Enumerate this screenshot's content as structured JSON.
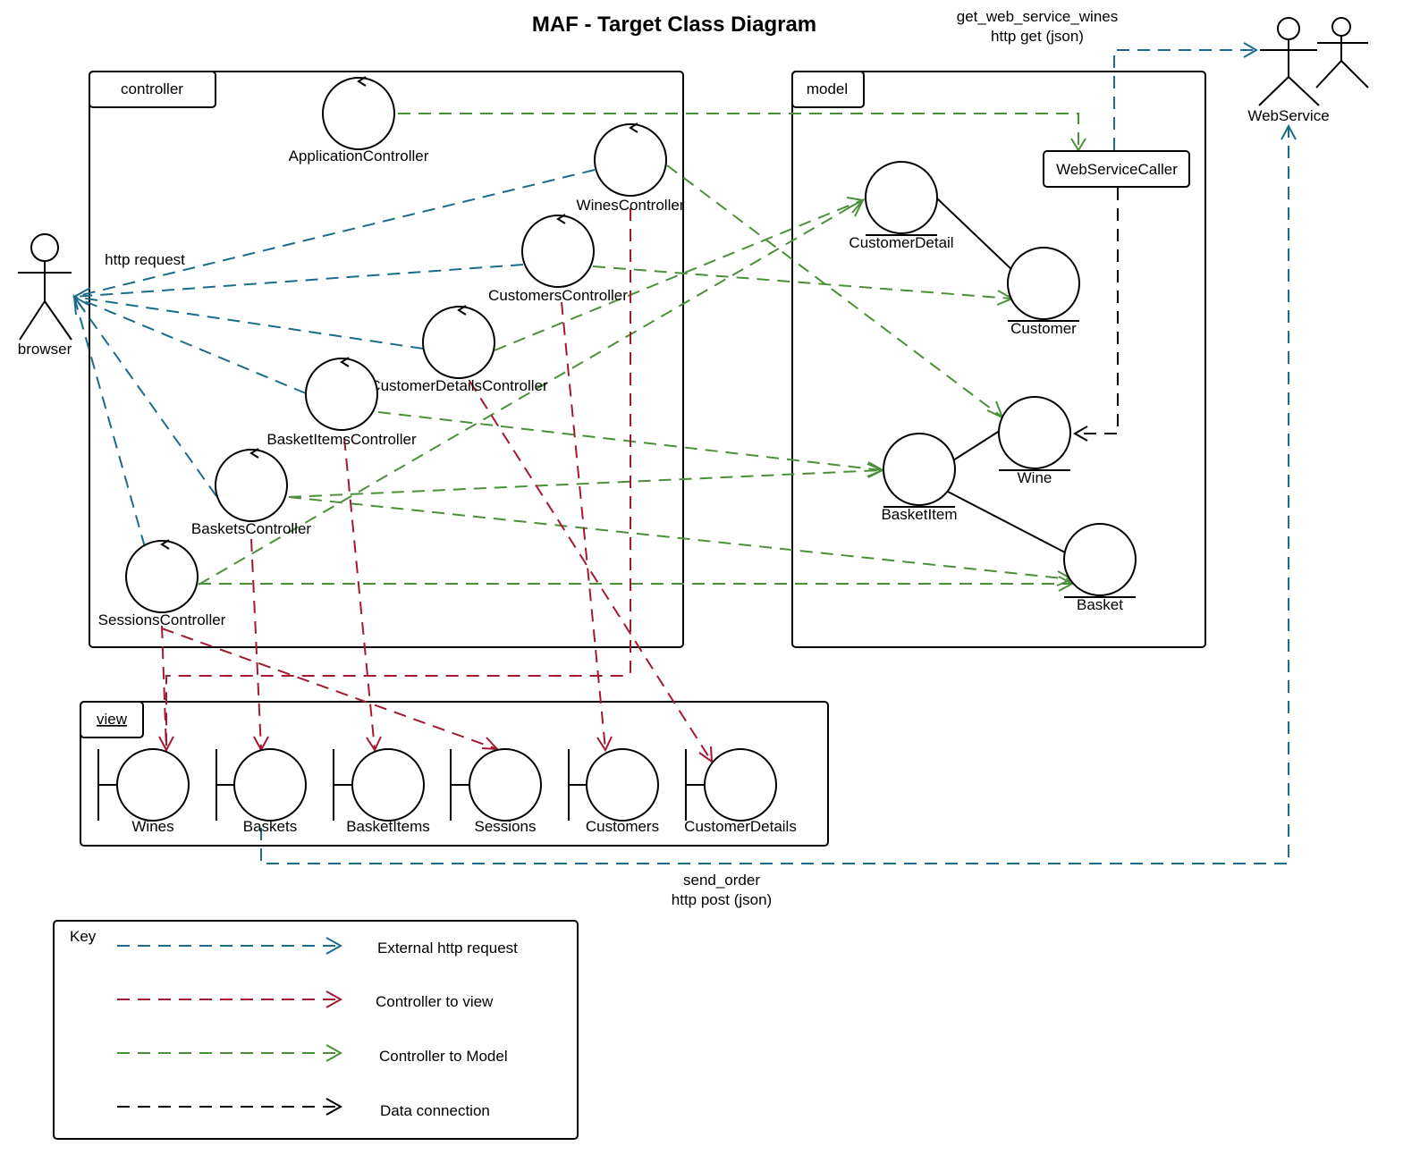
{
  "diagram": {
    "title": "MAF - Target Class Diagram"
  },
  "packages": {
    "controller": "controller",
    "model": "model",
    "view": "view"
  },
  "actors": {
    "browser": "browser",
    "webservice": "WebService"
  },
  "controllers": {
    "application": "ApplicationController",
    "wines": "WinesController",
    "customers": "CustomersController",
    "customer_details": "CustomerDetailsController",
    "basket_items": "BasketItemsController",
    "baskets": "BasketsController",
    "sessions": "SessionsController"
  },
  "model_entities": {
    "customer_detail": "CustomerDetail",
    "customer": "Customer",
    "wine": "Wine",
    "basket_item": "BasketItem",
    "basket": "Basket",
    "webservicecaller": "WebServiceCaller"
  },
  "views": {
    "wines": "Wines",
    "baskets": "Baskets",
    "basket_items": "BasketItems",
    "sessions": "Sessions",
    "customers": "Customers",
    "customer_details": "CustomerDetails"
  },
  "connection_labels": {
    "http_request": "http request",
    "get_wines_line1": "get_web_service_wines",
    "get_wines_line2": "http get (json)",
    "send_order_line1": "send_order",
    "send_order_line2": "http post (json)"
  },
  "key": {
    "title": "Key",
    "items": [
      {
        "label": "External http request",
        "color": "#1b6b8a"
      },
      {
        "label": "Controller to view",
        "color": "#a3192f"
      },
      {
        "label": "Controller to Model",
        "color": "#4b8f3b"
      },
      {
        "label": "Data connection",
        "color": "#000000"
      }
    ]
  },
  "colors": {
    "external_http": "#1b6b8a",
    "controller_to_view": "#a3192f",
    "controller_to_model": "#4b8f3b",
    "data_connection": "#000000"
  }
}
